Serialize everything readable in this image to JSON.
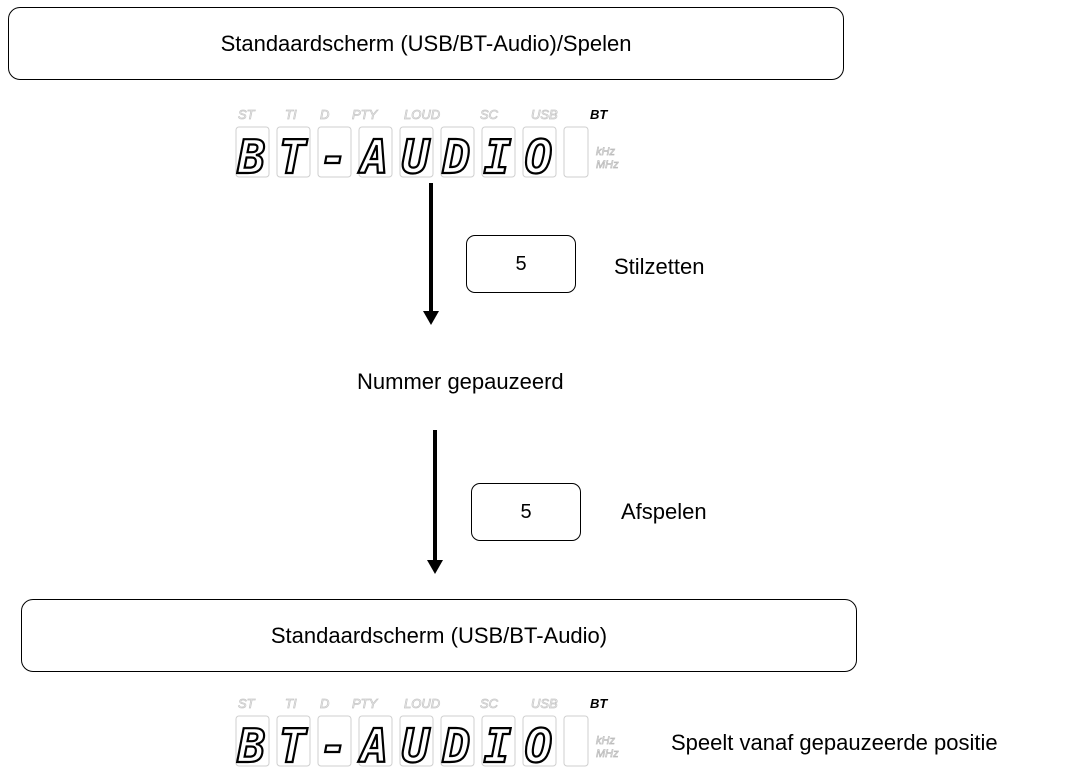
{
  "top_box": {
    "label": "Standaardscherm (USB/BT-Audio)/Spelen"
  },
  "bottom_box": {
    "label": "Standaardscherm (USB/BT-Audio)"
  },
  "display_top": {
    "indicators": [
      "ST",
      "TI",
      "D",
      "PTY",
      "LOUD",
      "SC",
      "USB",
      "BT"
    ],
    "active_indicator": "BT",
    "text": [
      "B",
      "T",
      "-",
      "A",
      "U",
      "D",
      "I",
      "O"
    ],
    "units": [
      "kHz",
      "MHz"
    ]
  },
  "display_bottom": {
    "indicators": [
      "ST",
      "TI",
      "D",
      "PTY",
      "LOUD",
      "SC",
      "USB",
      "BT"
    ],
    "active_indicator": "BT",
    "text": [
      "B",
      "T",
      "-",
      "A",
      "U",
      "D",
      "I",
      "O"
    ],
    "units": [
      "kHz",
      "MHz"
    ]
  },
  "step1": {
    "button": "5",
    "action": "Stilzetten"
  },
  "middle_state": "Nummer gepauzeerd",
  "step2": {
    "button": "5",
    "action": "Afspelen"
  },
  "result_text": "Speelt vanaf gepauzeerde positie"
}
